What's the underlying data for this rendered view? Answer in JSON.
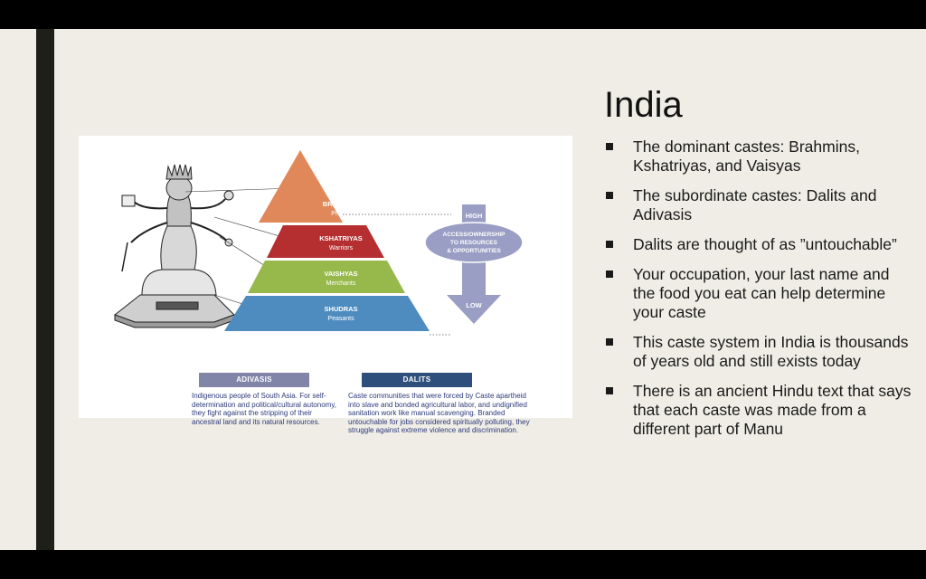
{
  "slide": {
    "title": "India",
    "bullets": [
      "The dominant castes: Brahmins, Kshatriyas, and Vaisyas",
      "The subordinate castes: Dalits and Adivasis",
      "Dalits are thought of as ”untouchable”",
      "Your occupation, your last name and the food you eat can help determine your caste",
      "This caste system in India is thousands of years old and still exists today",
      "There is an ancient Hindu text that says that each caste was made from a different part of Manu"
    ]
  },
  "figure": {
    "tiers": [
      {
        "name": "BRAHMINS",
        "role": "Priests",
        "color": "#e0885a"
      },
      {
        "name": "KSHATRIYAS",
        "role": "Warriors",
        "color": "#b52f30"
      },
      {
        "name": "VAISHYAS",
        "role": "Merchants",
        "color": "#97b94b"
      },
      {
        "name": "SHUDRAS",
        "role": "Peasants",
        "color": "#4e8cc0"
      }
    ],
    "arrow": {
      "high": "HIGH",
      "low": "LOW",
      "label_line1": "ACCESS/OWNERSHIP",
      "label_line2": "TO RESOURCES",
      "label_line3": "& OPPORTUNITIES",
      "color": "#9a9dc4"
    },
    "adivasis": {
      "title": "ADIVASIS",
      "color": "#8186a8",
      "text": "Indigenous people of South Asia. For self-determination and political/cultural autonomy, they fight against the stripping of their ancestral land and its natural resources."
    },
    "dalits": {
      "title": "DALITS",
      "color": "#2e4f7c",
      "text": "Caste communities that were forced by Caste apartheid into slave and bonded agricultural labor, and undignified sanitation work like manual scavenging. Branded untouchable for jobs considered spiritually polluting, they struggle against extreme violence and discrimination."
    }
  }
}
